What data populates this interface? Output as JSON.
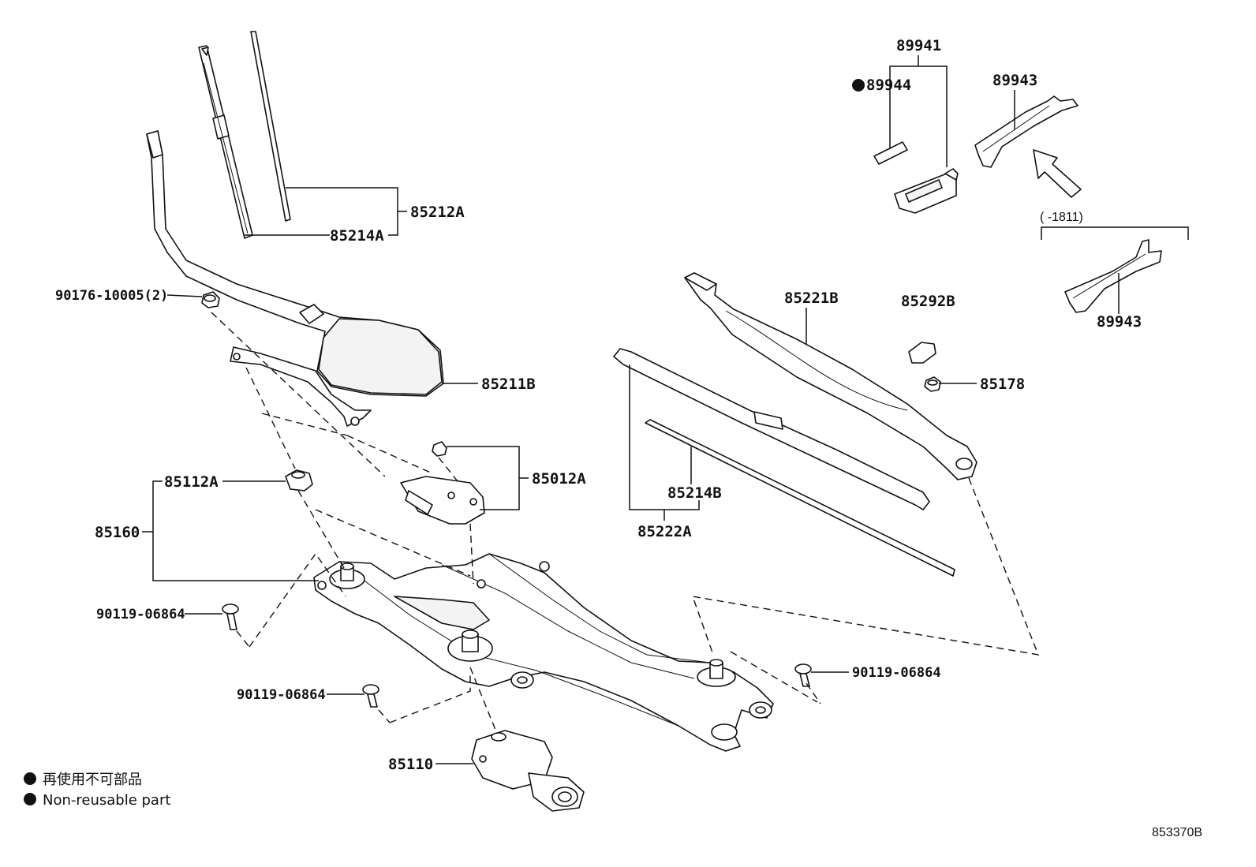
{
  "labels": {
    "p89941": "89941",
    "p89944": "89944",
    "p89943_top": "89943",
    "p89943_bottom": "89943",
    "range_note": "( -1811)",
    "p85212A": "85212A",
    "p85214A": "85214A",
    "p90176": "90176-10005(2)",
    "p85211B": "85211B",
    "p85221B": "85221B",
    "p85292B": "85292B",
    "p85178": "85178",
    "p85012A": "85012A",
    "p85112A": "85112A",
    "p85160": "85160",
    "p85214B": "85214B",
    "p85222A": "85222A",
    "p90119_a": "90119-06864",
    "p90119_b": "90119-06864",
    "p90119_c": "90119-06864",
    "p85110": "85110"
  },
  "legend": {
    "marker_symbol": "●",
    "line1": "再使用不可部品",
    "line2": "Non-reusable part"
  },
  "diagram_code": "853370B",
  "icons": {
    "non_reusable_marker": "filled-circle-icon",
    "direction_arrow": "outline-arrow-icon"
  }
}
